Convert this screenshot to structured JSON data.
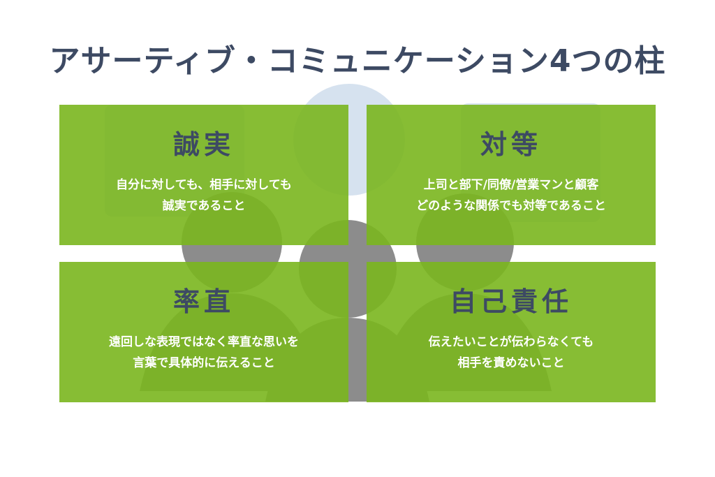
{
  "title": "アサーティブ・コミュニケーション4つの柱",
  "colors": {
    "title": "#3d4a63",
    "card_fill": "#7ab61e",
    "card_text": "#ffffff",
    "silhouette_gray": "#8c8c8c",
    "bubble_blue": "#d6e2ef"
  },
  "pillars": [
    {
      "heading": "誠実",
      "lines": [
        "自分に対しても、相手に対しても",
        "誠実であること"
      ]
    },
    {
      "heading": "対等",
      "lines": [
        "上司と部下/同僚/営業マンと顧客",
        "どのような関係でも対等であること"
      ]
    },
    {
      "heading": "率直",
      "lines": [
        "遠回しな表現ではなく率直な思いを",
        "言葉で具体的に伝えること"
      ]
    },
    {
      "heading": "自己責任",
      "lines": [
        "伝えたいことが伝わらなくても",
        "相手を責めないこと"
      ]
    }
  ]
}
